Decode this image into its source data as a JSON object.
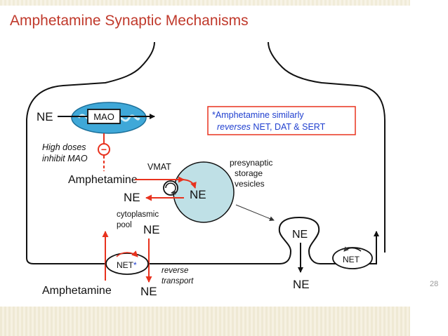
{
  "slide": {
    "title": "Amphetamine Synaptic Mechanisms",
    "page_number": "28"
  },
  "diagram": {
    "ne_top": "NE",
    "mao_label": "MAO",
    "high_doses_line1": "High doses",
    "high_doses_line2": "inhibit MAO",
    "inhibit_symbol": "−",
    "note_line1": "*Amphetamine similarly",
    "note_line2_italic": "reverses",
    "note_line2_rest": " NET, DAT & SERT",
    "vmat_label": "VMAT",
    "amphetamine_mid": "Amphetamine",
    "ne_vesicle": "NE",
    "ne_left": "NE",
    "storage_line1": "presynaptic",
    "storage_line2": "storage",
    "storage_line3": "vesicles",
    "cytoplasmic_line1": "cytoplasmic",
    "cytoplasmic_line2": "pool",
    "ne_pool": "NE",
    "net_label": "NET",
    "net_star": "*",
    "reverse_line1": "reverse",
    "reverse_line2": "transport",
    "amphetamine_bottom": "Amphetamine",
    "ne_bottom": "NE",
    "ne_release": "NE",
    "ne_cleft": "NE",
    "net_right": "NET"
  },
  "colors": {
    "title": "#c0392b",
    "arrow_red": "#e8321e",
    "note_blue": "#1f3fcf",
    "mito_blue": "#3fa8d8",
    "vesicle_fill": "#bfe0e6"
  }
}
